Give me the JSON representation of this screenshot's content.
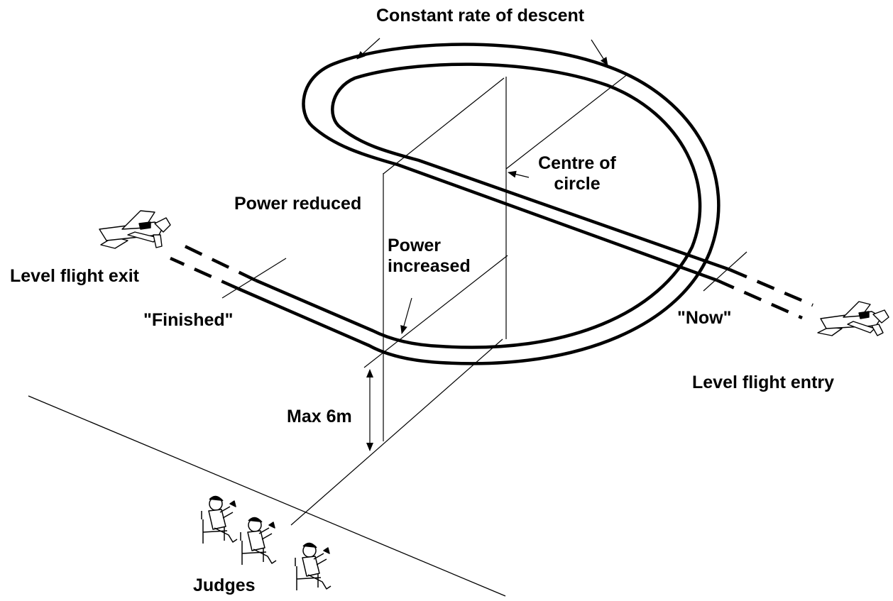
{
  "labels": {
    "constant_rate": "Constant rate of descent",
    "centre_line1": "Centre of",
    "centre_line2": "circle",
    "power_reduced": "Power reduced",
    "power_increased_line1": "Power",
    "power_increased_line2": "increased",
    "level_flight_exit": "Level flight exit",
    "finished": "\"Finished\"",
    "now": "\"Now\"",
    "level_flight_entry": "Level flight entry",
    "max_height": "Max 6m",
    "judges": "Judges"
  },
  "colors": {
    "ink": "#000000",
    "paper": "#ffffff"
  },
  "icons": [
    "aircraft-exit-icon",
    "aircraft-entry-icon",
    "judge-icon",
    "arrow-icon"
  ]
}
